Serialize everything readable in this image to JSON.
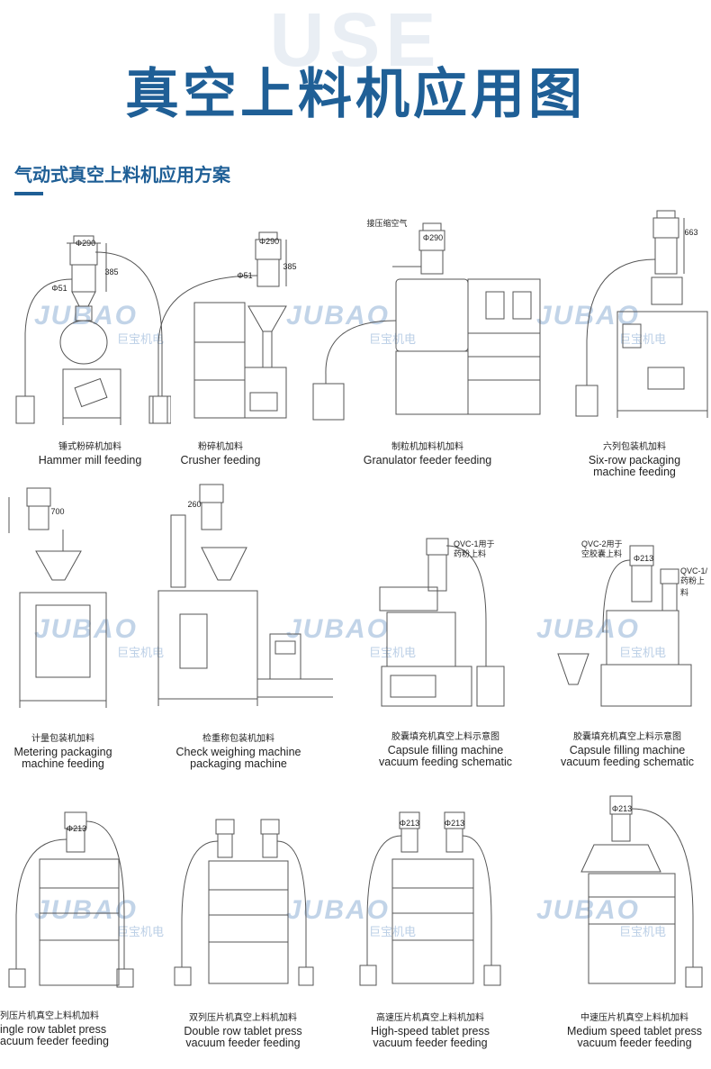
{
  "header": {
    "background_word": "USE",
    "title": "真空上料机应用图",
    "section_title": "气动式真空上料机应用方案"
  },
  "watermark": {
    "brand": "JUBAO",
    "brand_cn": "巨宝机电"
  },
  "items": [
    {
      "zh": "锤式粉碎机加料",
      "en1": "Hammer mill feeding",
      "en2": "",
      "labels": [
        "Φ290",
        "385",
        "Φ51"
      ]
    },
    {
      "zh": "粉碎机加料",
      "en1": "Crusher feeding",
      "en2": "",
      "labels": [
        "Φ290",
        "385",
        "Φ51"
      ]
    },
    {
      "zh": "制粒机加料机加料",
      "en1": "Granulator feeder feeding",
      "en2": "",
      "labels": [
        "接压缩空气",
        "Φ290"
      ]
    },
    {
      "zh": "六列包装机加料",
      "en1": "Six-row packaging",
      "en2": "machine feeding",
      "labels": [
        "663"
      ]
    },
    {
      "zh": "计量包装机加料",
      "en1": "Metering packaging",
      "en2": "machine feeding",
      "labels": [
        "700"
      ]
    },
    {
      "zh": "检重称包装机加料",
      "en1": "Check weighing machine",
      "en2": "packaging machine",
      "labels": [
        "260"
      ]
    },
    {
      "zh": "胶囊填充机真空上料示意图",
      "en1": "Capsule filling machine",
      "en2": "vacuum feeding schematic",
      "labels": [
        "QVC-1用于",
        "药粉上料"
      ]
    },
    {
      "zh": "胶囊填充机真空上料示意图",
      "en1": "Capsule filling machine",
      "en2": "vacuum feeding schematic",
      "labels": [
        "QVC-2用于",
        "空胶囊上料",
        "QVC-1/",
        "药粉上料",
        "Φ213"
      ]
    },
    {
      "zh": "列压片机真空上料机加料",
      "en1": "ingle row tablet press",
      "en2": "acuum feeder feeding",
      "labels": [
        "Φ213"
      ]
    },
    {
      "zh": "双列压片机真空上料机加料",
      "en1": "Double row tablet press",
      "en2": "vacuum feeder feeding",
      "labels": []
    },
    {
      "zh": "高速压片机真空上料机加料",
      "en1": "High-speed tablet press",
      "en2": "vacuum feeder feeding",
      "labels": [
        "Φ213",
        "Φ213"
      ]
    },
    {
      "zh": "中速压片机真空上料机加料",
      "en1": "Medium speed tablet press",
      "en2": "vacuum feeder feeding",
      "labels": [
        "Φ213"
      ]
    }
  ]
}
